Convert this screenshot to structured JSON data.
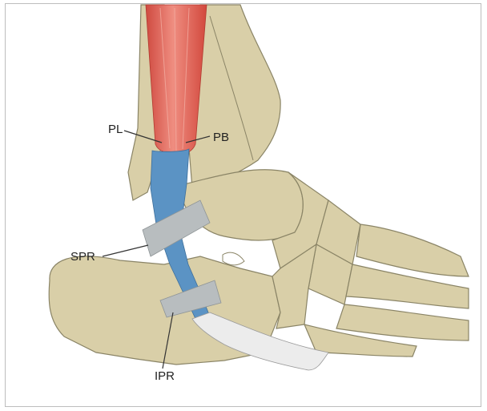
{
  "figure": {
    "labels": {
      "pl": "PL",
      "pb": "PB",
      "spr": "SPR",
      "ipr": "IPR"
    }
  },
  "colors": {
    "bone": "#d9cfa8",
    "bone_outline": "#8a8466",
    "muscle": "#d9534a",
    "muscle_highlight": "#ee8a7c",
    "tendon": "#5b93c4",
    "retinaculum": "#b8bdbf",
    "ligament": "#ececec",
    "frame": "#bdbdbd"
  }
}
